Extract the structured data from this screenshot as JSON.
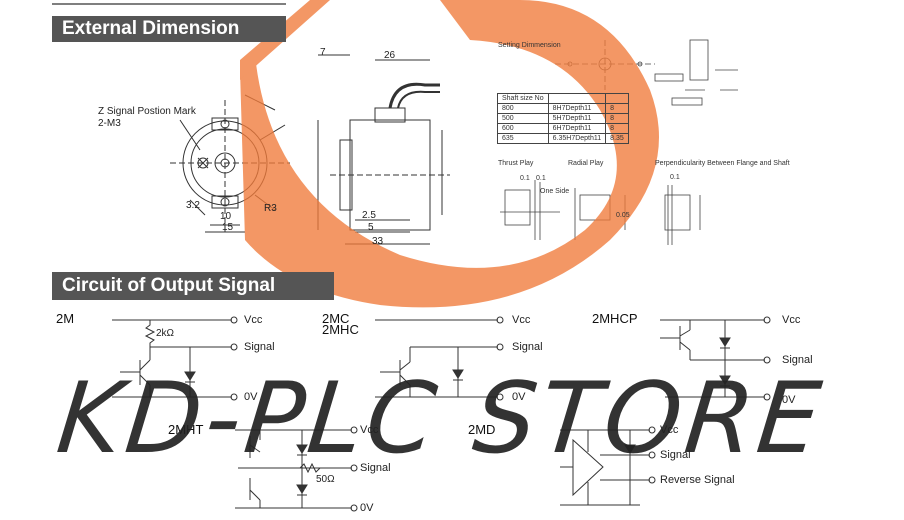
{
  "sections": {
    "external_dimension": "External Dimension",
    "circuit_of_output_signal": "Circuit of Output Signal"
  },
  "dimension_labels": {
    "z_signal_mark": "Z Signal Postion Mark",
    "screw": "2-M3",
    "d15": "15",
    "d10": "10",
    "d32": "3.2",
    "r3": "R3",
    "top7": "7",
    "top26": "26",
    "d2_5": "2.5",
    "d5": "5",
    "d33": "33",
    "setting_dimension": "Setting Dimmension",
    "thrust_play": "Thrust Play",
    "radial_play": "Radial Play",
    "perpendicularity": "Perpendicularity Between Flange and Shaft",
    "one_side": "One Side",
    "p01a": "0.1",
    "p01b": "0.1",
    "p01c": "0.1",
    "p005": "0.05"
  },
  "shaft_table": {
    "header": [
      "Shaft size No"
    ],
    "rows": [
      [
        "800",
        "8H7Depth11",
        "8"
      ],
      [
        "500",
        "5H7Depth11",
        "8"
      ],
      [
        "600",
        "6H7Depth11",
        "8"
      ],
      [
        "635",
        "6.35H7Depth11",
        "8.35"
      ]
    ]
  },
  "circuits": {
    "c2m": {
      "name": "2M",
      "vcc": "Vcc",
      "signal": "Signal",
      "zero": "0V",
      "res": "2kΩ"
    },
    "c2mc": {
      "name": "2MC",
      "name2": "2MHC",
      "vcc": "Vcc",
      "signal": "Signal",
      "zero": "0V"
    },
    "c2mhcp": {
      "name": "2MHCP",
      "vcc": "Vcc",
      "signal": "Signal",
      "zero": "0V"
    },
    "c2mht": {
      "name": "2MHT",
      "vcc": "Vcc",
      "signal": "Signal",
      "zero": "0V",
      "res": "50Ω"
    },
    "c2md": {
      "name": "2MD",
      "vcc": "Vcc",
      "signal": "Signal",
      "reverse": "Reverse Signal"
    }
  },
  "watermark": {
    "text": "KD-PLC STORE",
    "logo_color": "#f07a3a"
  }
}
